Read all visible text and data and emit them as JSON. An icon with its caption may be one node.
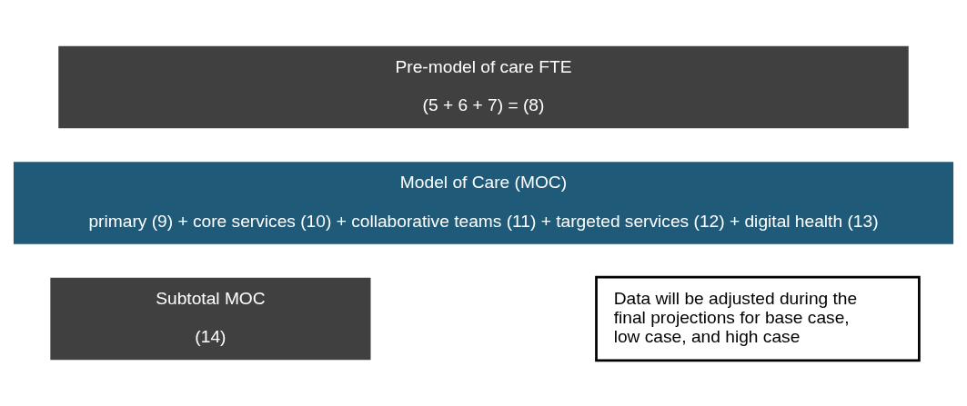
{
  "diagram": {
    "nodes": [
      {
        "text": [
          "Pre-model of care FTE",
          "(5 + 6 + 7) = (8)"
        ]
      },
      {
        "text": [
          "Model of Care (MOC)",
          "primary (9) + core services (10) + collaborative teams (11) + targeted services (12) + digital health (13)"
        ]
      },
      {
        "text": [
          "Subtotal MOC",
          "(14)"
        ]
      },
      {
        "text": [
          "Data will be adjusted during the final projections for base case, low case, and high case"
        ]
      }
    ]
  }
}
